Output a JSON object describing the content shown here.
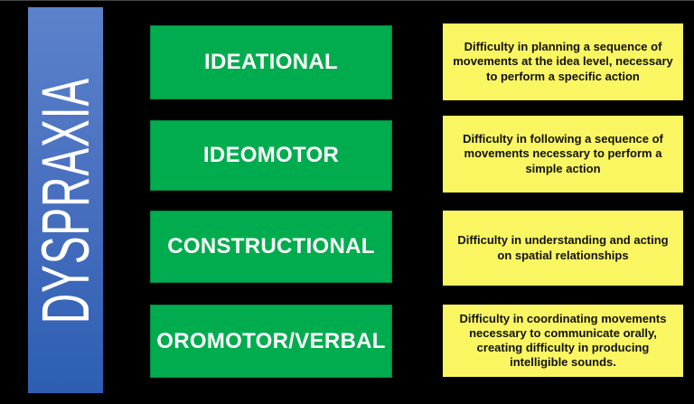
{
  "title": "DYSPRAXIA",
  "colors": {
    "background": "#000000",
    "title_bar_gradient_top": "#5b82ca",
    "title_bar_gradient_bottom": "#2d5eb2",
    "category_green": "#00ac4e",
    "description_yellow": "#faf662",
    "category_text": "#ffffff",
    "description_text": "#111111"
  },
  "rows": [
    {
      "type_label": "IDEATIONAL",
      "description": "Difficulty in planning a sequence of movements at the idea level, necessary to perform a specific action"
    },
    {
      "type_label": "IDEOMOTOR",
      "description": "Difficulty in following a sequence of movements necessary to perform a simple action"
    },
    {
      "type_label": "CONSTRUCTIONAL",
      "description": "Difficulty in understanding and acting on spatial relationships"
    },
    {
      "type_label": "OROMOTOR/VERBAL",
      "description": "Difficulty in coordinating movements necessary to communicate orally, creating difficulty in producing intelligible sounds."
    }
  ]
}
